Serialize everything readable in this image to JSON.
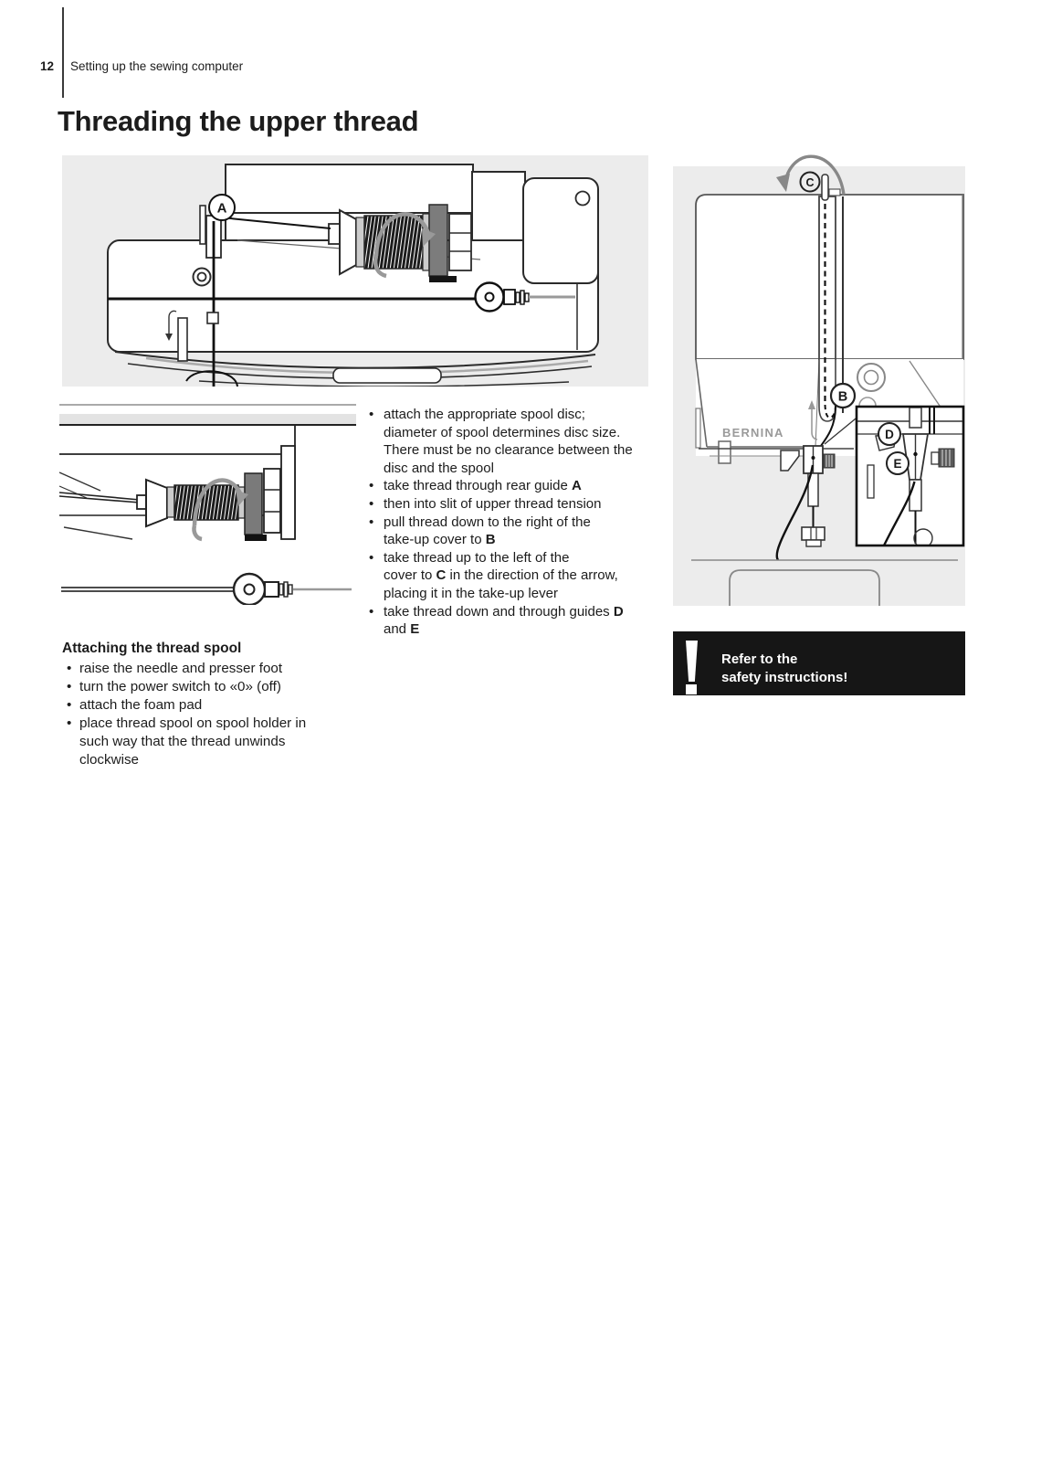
{
  "page": {
    "number": "12",
    "section": "Setting up the sewing computer",
    "title": "Threading the upper thread"
  },
  "ui": {
    "bullet": "•"
  },
  "threading_steps": {
    "items": [
      "attach the appropriate spool disc;\ndiameter of spool determines disc size.\nThere must be no clearance between the\ndisc and the spool",
      "take thread through rear guide **A**",
      "then into slit of upper thread tension",
      "pull thread down to the right of the\ntake-up cover to **B**",
      "take thread up to the left of the\ncover to **C** in the direction of the arrow,\nplacing it in the take-up lever",
      "take thread down and through guides **D**\nand **E**"
    ]
  },
  "attaching_spool": {
    "heading": "Attaching the thread spool",
    "items": [
      "raise the needle and presser foot",
      "turn the power switch to «0» (off)",
      "attach the foam pad",
      "place thread spool on spool holder in\nsuch way that the thread unwinds\nclockwise"
    ]
  },
  "safety_note": {
    "text": "Refer to the\nsafety instructions!"
  },
  "diagrams": {
    "top_view": {
      "label_a": "A"
    },
    "front_view": {
      "label_b": "B",
      "label_c": "C",
      "label_d": "D",
      "label_e": "E",
      "brand": "BERNINA"
    },
    "colors": {
      "diagram_background": "#ececec",
      "line": "#2b2b2b",
      "arrow_gray": "#999999",
      "brand_gray": "#9a9a9a",
      "note_background": "#161616"
    }
  }
}
